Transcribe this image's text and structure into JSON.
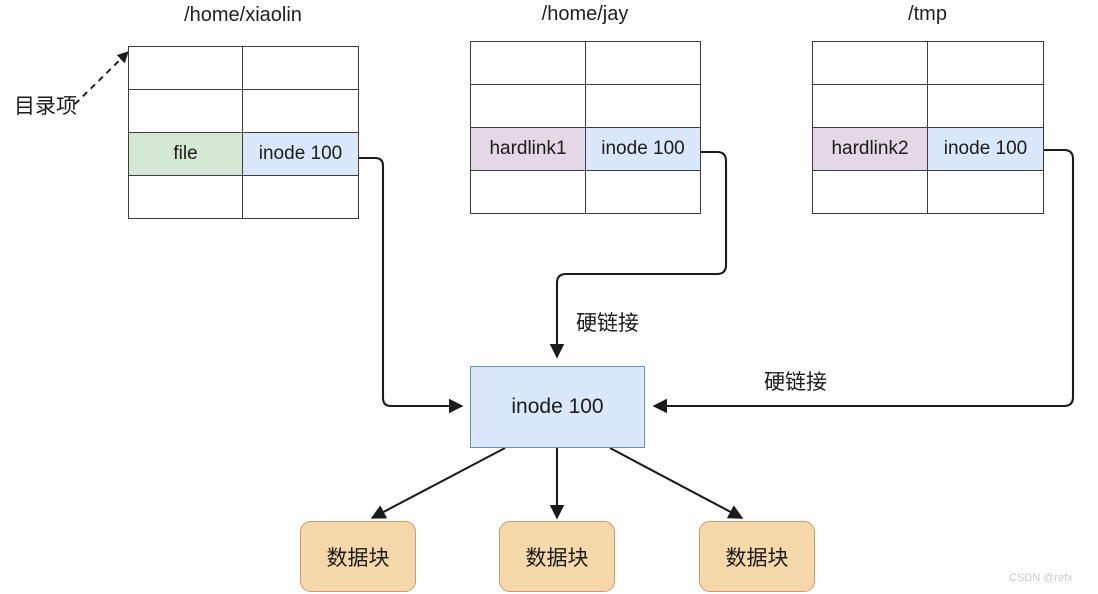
{
  "diagram": {
    "title": "Hard link / inode relationship diagram",
    "colors": {
      "name_cell_green": "#d5e8d4",
      "name_cell_pink": "#e4d7e8",
      "inode_cell_blue": "#dae8fc",
      "inode_box_fill": "#dae8fc",
      "inode_box_border": "#6c8ebf",
      "data_block_fill": "#f6d9ab",
      "data_block_border": "#d6946a",
      "line": "#1b1b1b",
      "table_border": "#3d3d3d"
    }
  },
  "annotations": {
    "directory_entry_label": "目录项"
  },
  "tables": [
    {
      "title": "/home/xiaolin",
      "rows": [
        {
          "name": "",
          "inode": "",
          "highlight": "none"
        },
        {
          "name": "",
          "inode": "",
          "highlight": "none"
        },
        {
          "name": "file",
          "inode": "inode 100",
          "highlight": "green"
        },
        {
          "name": "",
          "inode": "",
          "highlight": "none"
        }
      ]
    },
    {
      "title": "/home/jay",
      "rows": [
        {
          "name": "",
          "inode": "",
          "highlight": "none"
        },
        {
          "name": "",
          "inode": "",
          "highlight": "none"
        },
        {
          "name": "hardlink1",
          "inode": "inode 100",
          "highlight": "pink"
        },
        {
          "name": "",
          "inode": "",
          "highlight": "none"
        }
      ]
    },
    {
      "title": "/tmp",
      "rows": [
        {
          "name": "",
          "inode": "",
          "highlight": "none"
        },
        {
          "name": "",
          "inode": "",
          "highlight": "none"
        },
        {
          "name": "hardlink2",
          "inode": "inode 100",
          "highlight": "pink"
        },
        {
          "name": "",
          "inode": "",
          "highlight": "none"
        }
      ]
    }
  ],
  "inode_node": {
    "label": "inode 100"
  },
  "edge_labels": {
    "hardlink_middle": "硬链接",
    "hardlink_right": "硬链接"
  },
  "data_blocks": [
    {
      "label": "数据块"
    },
    {
      "label": "数据块"
    },
    {
      "label": "数据块"
    }
  ],
  "watermark": {
    "text": "CSDN @refx"
  }
}
